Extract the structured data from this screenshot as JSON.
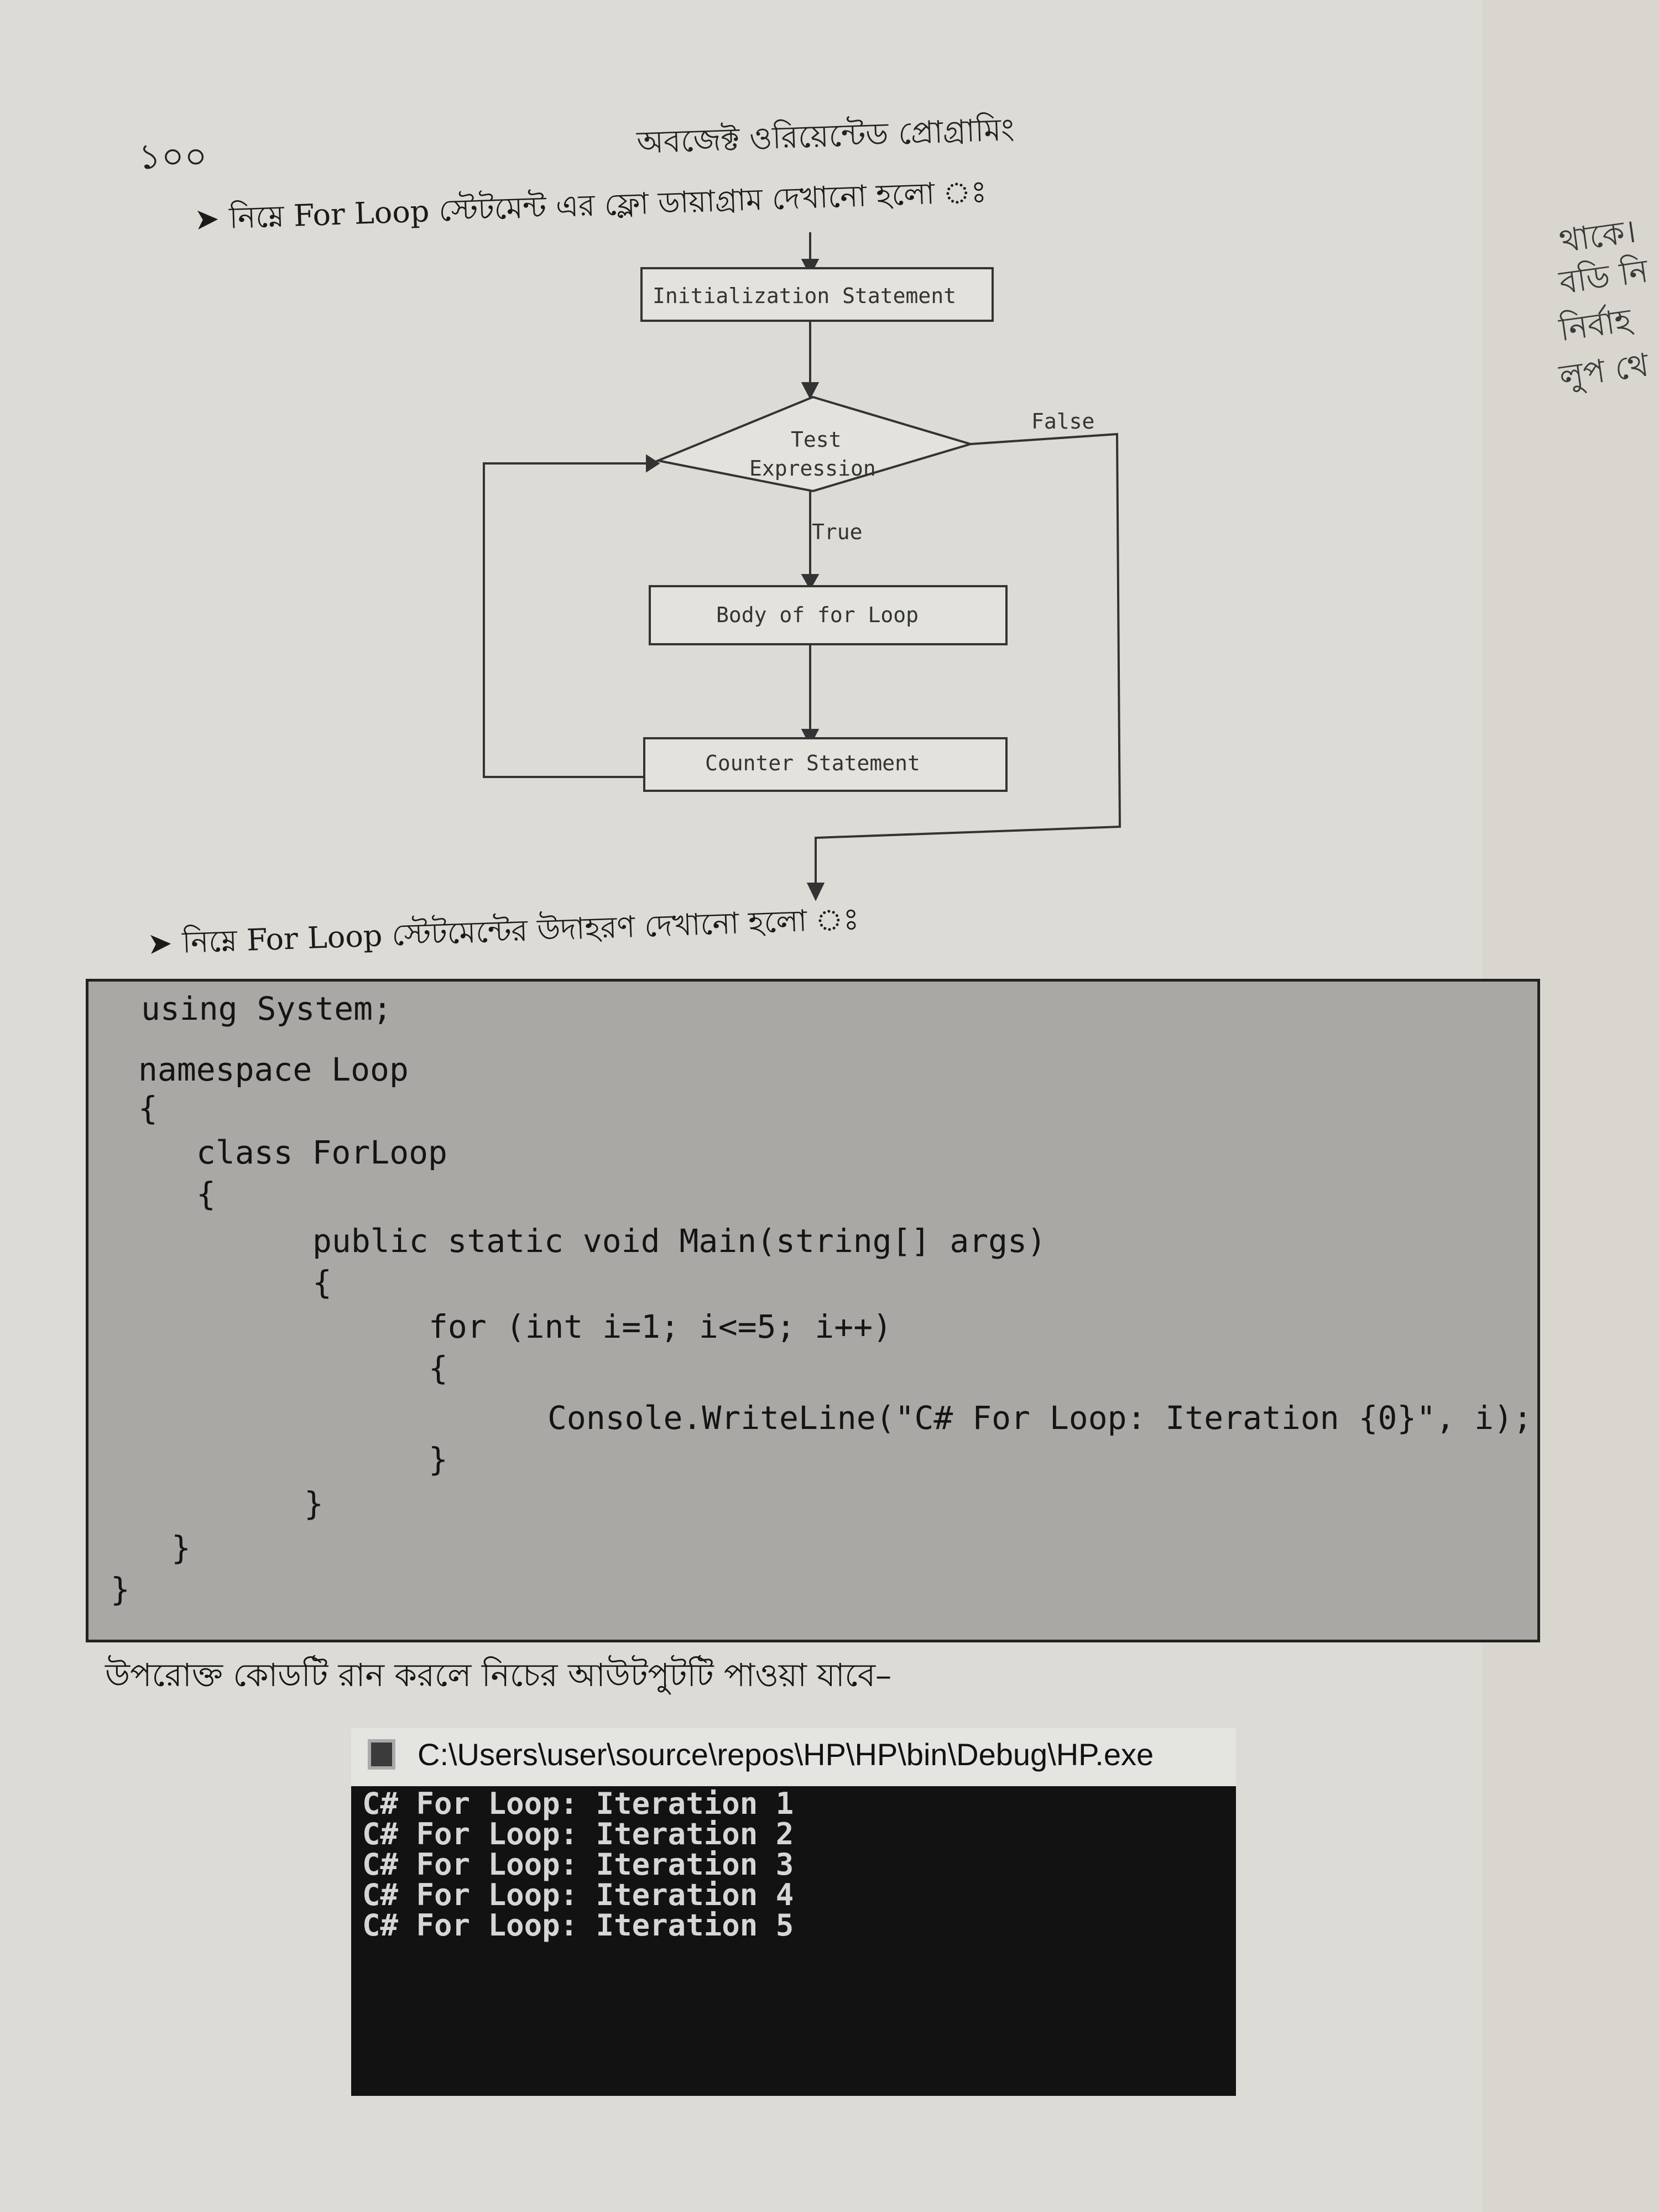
{
  "page": {
    "number": "১০০",
    "running_head": "অবজেক্ট ওরিয়েন্টেড প্রোগ্রামিং"
  },
  "flow_intro": "নিম্নে For Loop স্টেটমেন্ট এর ফ্লো ডায়াগ্রাম দেখানো হলো ঃ",
  "flowchart": {
    "init": "Initialization Statement",
    "test_line1": "Test",
    "test_line2": "Expression",
    "false_label": "False",
    "true_label": "True",
    "body": "Body of for Loop",
    "counter": "Counter Statement"
  },
  "example_intro": "নিম্নে For Loop স্টেটমেন্টের উদাহরণ দেখানো হলো ঃ",
  "code": [
    "using System;",
    "namespace Loop",
    "{",
    "class ForLoop",
    "{",
    "public static void Main(string[] args)",
    "{",
    "for (int i=1; i<=5; i++)",
    "{",
    "Console.WriteLine(\"C# For Loop: Iteration {0}\", i);",
    "}",
    "}",
    "}",
    "}"
  ],
  "output_caption": "উপরোক্ত কোডটি রান করলে নিচের আউটপুটটি পাওয়া যাবে–",
  "console": {
    "title": "C:\\Users\\user\\source\\repos\\HP\\HP\\bin\\Debug\\HP.exe",
    "lines": [
      "C# For Loop: Iteration 1",
      "C# For Loop: Iteration 2",
      "C# For Loop: Iteration 3",
      "C# For Loop: Iteration 4",
      "C# For Loop: Iteration 5"
    ]
  },
  "right_page": {
    "lines": [
      "থাকে।",
      "বডি নি",
      "নির্বাহ",
      "লুপ থে"
    ]
  }
}
